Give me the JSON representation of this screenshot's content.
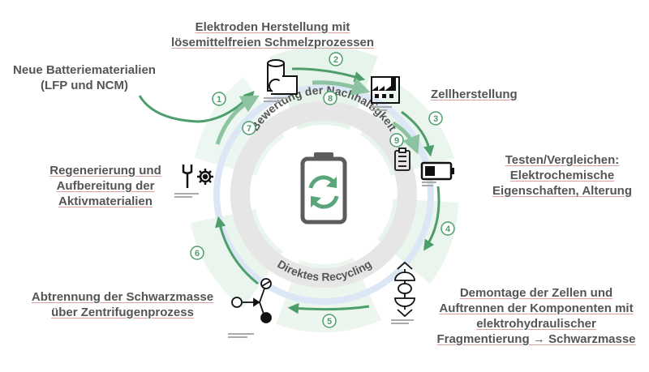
{
  "diagram": {
    "ring_top_label": "Bewertung der Nachhaltigkeit",
    "ring_bottom_label": "Direktes Recycling",
    "steps": [
      {
        "number": "1",
        "lines": [
          "Neue Batteriematerialien",
          "(LFP und NCM)"
        ],
        "icon": "material-roll-icon"
      },
      {
        "number": "2",
        "lines": [
          "Elektroden Herstellung mit",
          "lösemittelfreien Schmelzprozessen"
        ],
        "icon": "factory-icon"
      },
      {
        "number": "3",
        "lines": [
          "Zellherstellung"
        ],
        "icon": "battery-low-icon"
      },
      {
        "number": "4",
        "lines": [
          "Testen/Vergleichen:",
          "Elektrochemische",
          "Eigenschaften, Alterung"
        ],
        "icon": "disassembly-icon"
      },
      {
        "number": "5",
        "lines": [
          "Demontage der Zellen und",
          "Auftrennen der Komponenten mit",
          "elektrohydraulischer",
          "Fragmentierung → Schwarzmasse"
        ],
        "icon": "separation-icon"
      },
      {
        "number": "6",
        "lines": [
          "Abtrennung der Schwarzmasse",
          "über Zentrifugenprozess"
        ],
        "icon": "separation-icon"
      },
      {
        "number": "7",
        "lines": [
          "Regenerierung und",
          "Aufbereitung der",
          "Aktivmaterialien"
        ],
        "icon": "tools-icon"
      },
      {
        "number": "8",
        "lines": [],
        "icon": ""
      },
      {
        "number": "9",
        "lines": [],
        "icon": "checklist-icon"
      }
    ]
  },
  "colors": {
    "accent_green": "#5aa57a",
    "arrow_green": "#4e9e6c",
    "light_green": "#d9ecdf",
    "ring_grey": "#e4e4e4",
    "ring_blue": "#dbe7f5",
    "text_grey": "#555555",
    "underline_red": "#e0a0a0"
  }
}
